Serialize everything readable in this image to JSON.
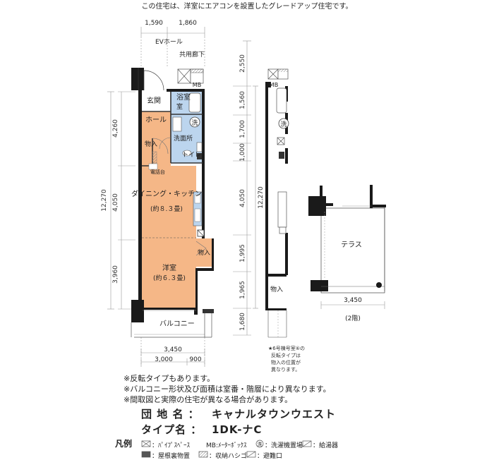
{
  "header_note": "この住宅は、洋室にエアコンを設置したグレードアップ住宅です。",
  "dimensions": {
    "top_left": "1,590",
    "top_right": "1,860",
    "left_total": "12,270",
    "left_parts": [
      "4,260",
      "4,050",
      "3,960"
    ],
    "right_parts": [
      "2,550",
      "1,560",
      "1,700",
      "1,000",
      "4,050",
      "1,995",
      "1,965",
      "1,680"
    ],
    "right_total": "12,270",
    "bottom_total": "3,450",
    "bottom_parts": [
      "3,000",
      "900"
    ],
    "terrace_width": "3,450"
  },
  "labels": {
    "ev_hall": "EVホール",
    "corridor": "共用廊下",
    "mb": "MB",
    "entrance": "玄関",
    "bath": "浴室",
    "hall": "ホール",
    "washer": "洗",
    "washroom": "洗面所",
    "storage": "物入",
    "toilet": "トイレ",
    "phone": "電話台",
    "dining": "ダイニング・キッチン",
    "dining_size": "(約８.３畳)",
    "western": "洋室",
    "western_size": "(約６.３畳)",
    "balcony": "バルコニー",
    "terrace": "テラス",
    "second_floor": "(2階)",
    "water_heater": "給"
  },
  "side_note": [
    "★6号棟号室⑥の",
    "反転タイプは",
    "物入の位置が",
    "異なります。"
  ],
  "notes": [
    "※反転タイプもあります。",
    "※バルコニー形状及び面積は室番・階層により異なります。",
    "※間取図と実際の住宅が異なる場合があります。"
  ],
  "info": {
    "complex_label": "団 地 名 ：",
    "complex_value": "キャナルタウンウエスト",
    "type_label": "タイプ名 ：",
    "type_value": "1DK-ナC"
  },
  "legend": {
    "title": "凡例",
    "items": [
      "：ﾊﾟｲﾌﾟｽﾍﾟｰｽ",
      "MB:ﾒｰﾀｰﾎﾞｯｸｽ",
      "：洗濯機置場",
      "：給湯器",
      "：屋根裏物置",
      "：収納ハシゴ",
      "：避難口"
    ]
  },
  "colors": {
    "ldk": "#f5b787",
    "wet": "#bcd5ee",
    "wall": "#1a1a1a"
  }
}
